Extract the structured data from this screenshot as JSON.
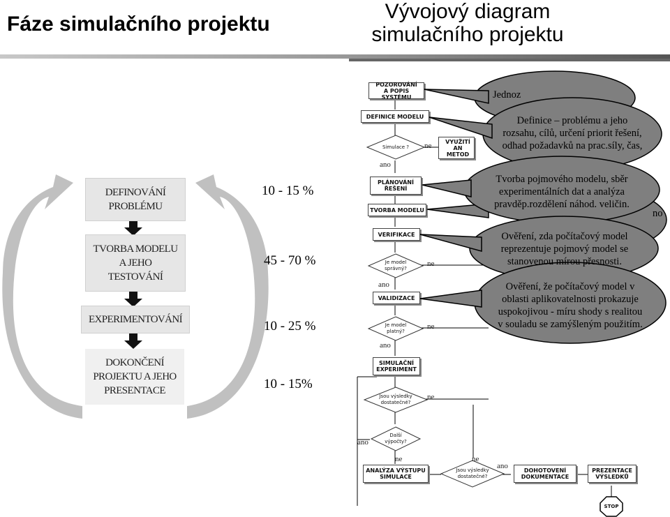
{
  "header": {
    "left_title": "Fáze simulačního projektu",
    "right_title_line1": "Vývojový diagram",
    "right_title_line2": "simulačního projektu"
  },
  "phases": [
    {
      "label_line1": "DEFINOVÁNÍ",
      "label_line2": "PROBLÉMU",
      "label_line3": "",
      "percent": "10 - 15 %"
    },
    {
      "label_line1": "TVORBA MODELU",
      "label_line2": "A JEHO",
      "label_line3": "TESTOVÁNÍ",
      "percent": "45 - 70 %"
    },
    {
      "label_line1": "EXPERIMENTOVÁNÍ",
      "label_line2": "",
      "label_line3": "",
      "percent": "10 - 25 %"
    },
    {
      "label_line1": "DOKONČENÍ",
      "label_line2": "PROJEKTU A JEHO",
      "label_line3": "PRESENTACE",
      "percent": "10 - 15%"
    }
  ],
  "flowchart": {
    "boxes": {
      "pozorovani_1": "POZOROVÁNÍ",
      "pozorovani_2": "A POPIS SYSTÉMU",
      "definice": "DEFINICE MODELU",
      "vyuziti_1": "VYUŽITÍ AN",
      "vyuziti_2": "METOD",
      "planovani_1": "PLÁNOVÁNÍ",
      "planovani_2": "ŘEŠENÍ",
      "tvorba": "TVORBA MODELU",
      "verifikace": "VERIFIKACE",
      "validizace": "VALIDIZACE",
      "simulacni_1": "SIMULAČNÍ",
      "simulacni_2": "EXPERIMENT",
      "analyza_1": "ANALÝZA VÝSTUPU",
      "analyza_2": "SIMULACE",
      "dohotoveni_1": "DOHOTOVENÍ",
      "dohotoveni_2": "DOKUMENTACE",
      "prezentace_1": "PREZENTACE",
      "prezentace_2": "VÝSLEDKŮ",
      "stop": "STOP"
    },
    "decisions": {
      "simulace": "Simulace ?",
      "spravny_1": "Je model",
      "spravny_2": "správný?",
      "platny_1": "Je model",
      "platny_2": "platný?",
      "vysledky_1": "Jsou výsledky",
      "vysledky_2": "dostatečné?",
      "dalsi_1": "Další",
      "dalsi_2": "výpočty?",
      "vysledky2_1": "Jsou výsledky",
      "vysledky2_2": "dostatečné?"
    },
    "yes": "ano",
    "no": "ne"
  },
  "callouts": {
    "c1_partial": "Jednoz",
    "c2_line1": "Definice – problému a jeho",
    "c2_line2": "rozsahu, cílů, určení priorit řešení,",
    "c2_line3": "odhad požadavků na prac.síly, čas,",
    "c3_line1": "Tvorba pojmového modelu, sběr",
    "c3_line2": "experimentálních dat a analýza",
    "c3_line3": "pravděp.rozdělení náhod. veličin.",
    "c4_partial": "no",
    "c5_line1": "Ověření, zda počítačový model",
    "c5_line2": "reprezentuje pojmový model se",
    "c5_line3": "stanovenou mírou přesnosti.",
    "c6_line1": "Ověření, že počítačový model v",
    "c6_line2": "oblasti aplikovatelnosti prokazuje",
    "c6_line3": "uspokojivou - míru shody s realitou",
    "c6_line4": "v souladu se zamýšleným použitím."
  },
  "colors": {
    "callout_fill": "#7f7f7f",
    "phase_box_fill": "#e6e6e6",
    "arrow_gray": "#b4b4b4",
    "connector_black": "#000000"
  }
}
